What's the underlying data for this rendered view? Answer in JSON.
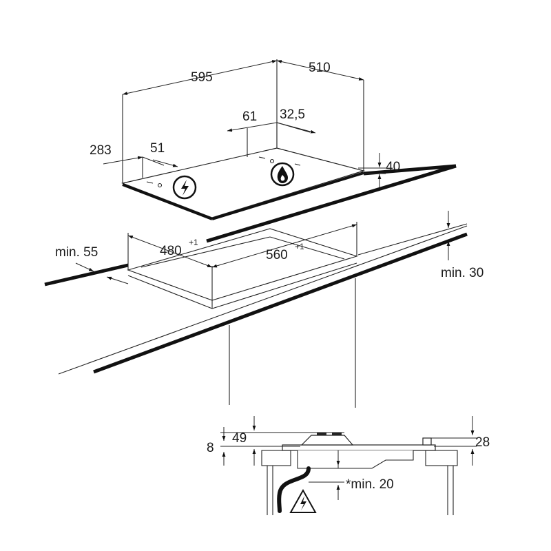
{
  "labels": {
    "width_595": "595",
    "depth_510": "510",
    "offset_61": "61",
    "offset_32_5": "32,5",
    "offset_283": "283",
    "offset_51": "51",
    "height_40": "40",
    "cutout_480": "480",
    "cutout_480_tol": "+1",
    "cutout_560": "560",
    "cutout_560_tol": "+1",
    "min_55": "min. 55",
    "min_30": "min. 30",
    "side_8": "8",
    "side_49": "49",
    "side_28": "28",
    "side_min_20": "*min. 20"
  }
}
